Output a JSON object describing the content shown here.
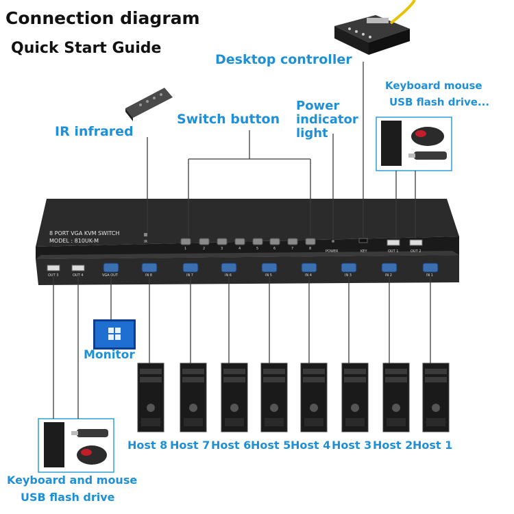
{
  "titles": {
    "main": "Connection diagram",
    "sub": "Quick Start Guide"
  },
  "labels": {
    "desktop_controller": "Desktop controller",
    "keyboard_mouse_top_line1": "Keyboard mouse",
    "keyboard_mouse_top_line2": "USB flash drive...",
    "power_line1": "Power",
    "power_line2": "indicator",
    "power_line3": "light",
    "switch_button": "Switch button",
    "ir_infrared": "IR infrared",
    "monitor": "Monitor",
    "keyboard_bottom_line1": "Keyboard and mouse",
    "keyboard_bottom_line2": "USB flash drive"
  },
  "device": {
    "name": "8 PORT VGA KVM SWITCH",
    "model": "MODEL : 810UK-M",
    "ir_label": "IR",
    "button_numbers": [
      "1",
      "2",
      "3",
      "4",
      "5",
      "6",
      "7",
      "8"
    ],
    "power_label": "POWER",
    "key_label": "KEY",
    "front_usb": [
      "OUT 1",
      "OUT 2"
    ],
    "back_usb": [
      "OUT 3",
      "OUT 4"
    ],
    "vga_out": "VGA OUT",
    "inputs": [
      "IN 8",
      "IN 7",
      "IN 6",
      "IN 5",
      "IN 4",
      "IN 3",
      "IN 2",
      "IN 1"
    ]
  },
  "hosts": [
    "Host 8",
    "Host 7",
    "Host 6",
    "Host 5",
    "Host 4",
    "Host 3",
    "Host 2",
    "Host 1"
  ],
  "colors": {
    "accent": "#1f8fd6",
    "device_body": "#2a2a2a",
    "line": "#3a3a3a"
  }
}
